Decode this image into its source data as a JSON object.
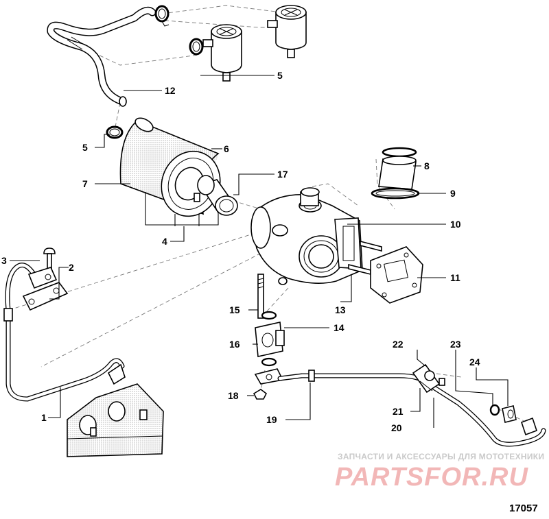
{
  "diagram": {
    "callouts": [
      {
        "id": "c1",
        "text": "1"
      },
      {
        "id": "c2",
        "text": "2"
      },
      {
        "id": "c3",
        "text": "3"
      },
      {
        "id": "c4",
        "text": "4"
      },
      {
        "id": "c5a",
        "text": "5"
      },
      {
        "id": "c5b",
        "text": "5"
      },
      {
        "id": "c6",
        "text": "6"
      },
      {
        "id": "c7",
        "text": "7"
      },
      {
        "id": "c8",
        "text": "8"
      },
      {
        "id": "c9",
        "text": "9"
      },
      {
        "id": "c10",
        "text": "10"
      },
      {
        "id": "c11",
        "text": "11"
      },
      {
        "id": "c12",
        "text": "12"
      },
      {
        "id": "c13",
        "text": "13"
      },
      {
        "id": "c14",
        "text": "14"
      },
      {
        "id": "c15",
        "text": "15"
      },
      {
        "id": "c16",
        "text": "16"
      },
      {
        "id": "c17",
        "text": "17"
      },
      {
        "id": "c18",
        "text": "18"
      },
      {
        "id": "c19",
        "text": "19"
      },
      {
        "id": "c20",
        "text": "20"
      },
      {
        "id": "c21",
        "text": "21"
      },
      {
        "id": "c22",
        "text": "22"
      },
      {
        "id": "c23",
        "text": "23"
      },
      {
        "id": "c24",
        "text": "24"
      }
    ],
    "figure_number": "17057"
  },
  "watermark": {
    "tagline": "ЗАПЧАСТИ И АКСЕССУАРЫ ДЛЯ МОТОТЕХНИКИ",
    "brand": "PARTSFOR.RU",
    "brand_color": "#f2b7b7"
  }
}
